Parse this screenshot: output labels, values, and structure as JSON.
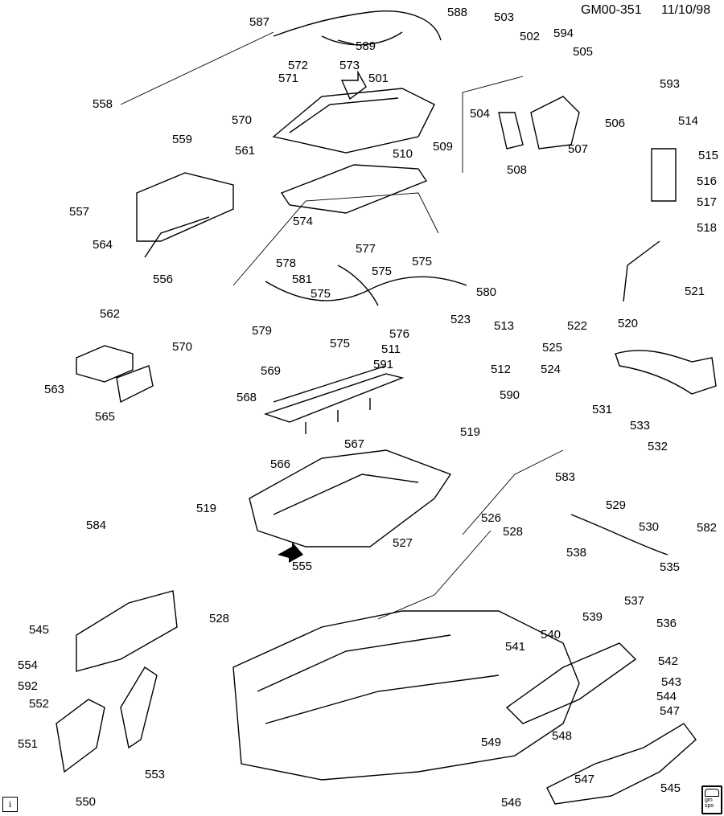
{
  "header": {
    "code": "GM00-351",
    "date": "11/10/98"
  },
  "icons": {
    "info": "info-icon",
    "book": "service-manual-book-icon",
    "book_text": "gm spo"
  },
  "labels": [
    "587",
    "588",
    "503",
    "502",
    "594",
    "505",
    "593",
    "589",
    "572",
    "573",
    "571",
    "501",
    "570",
    "558",
    "559",
    "561",
    "504",
    "506",
    "514",
    "509",
    "510",
    "507",
    "508",
    "515",
    "516",
    "517",
    "518",
    "557",
    "564",
    "574",
    "577",
    "578",
    "575",
    "575",
    "581",
    "580",
    "575",
    "556",
    "521",
    "579",
    "576",
    "575",
    "562",
    "523",
    "520",
    "522",
    "513",
    "570",
    "511",
    "525",
    "524",
    "591",
    "512",
    "569",
    "563",
    "590",
    "568",
    "565",
    "531",
    "533",
    "519",
    "567",
    "532",
    "566",
    "583",
    "519",
    "526",
    "529",
    "582",
    "530",
    "584",
    "527",
    "528",
    "555",
    "535",
    "538",
    "537",
    "528",
    "539",
    "545",
    "540",
    "536",
    "541",
    "554",
    "542",
    "543",
    "592",
    "544",
    "552",
    "547",
    "548",
    "549",
    "551",
    "553",
    "547",
    "550",
    "546",
    "545"
  ]
}
